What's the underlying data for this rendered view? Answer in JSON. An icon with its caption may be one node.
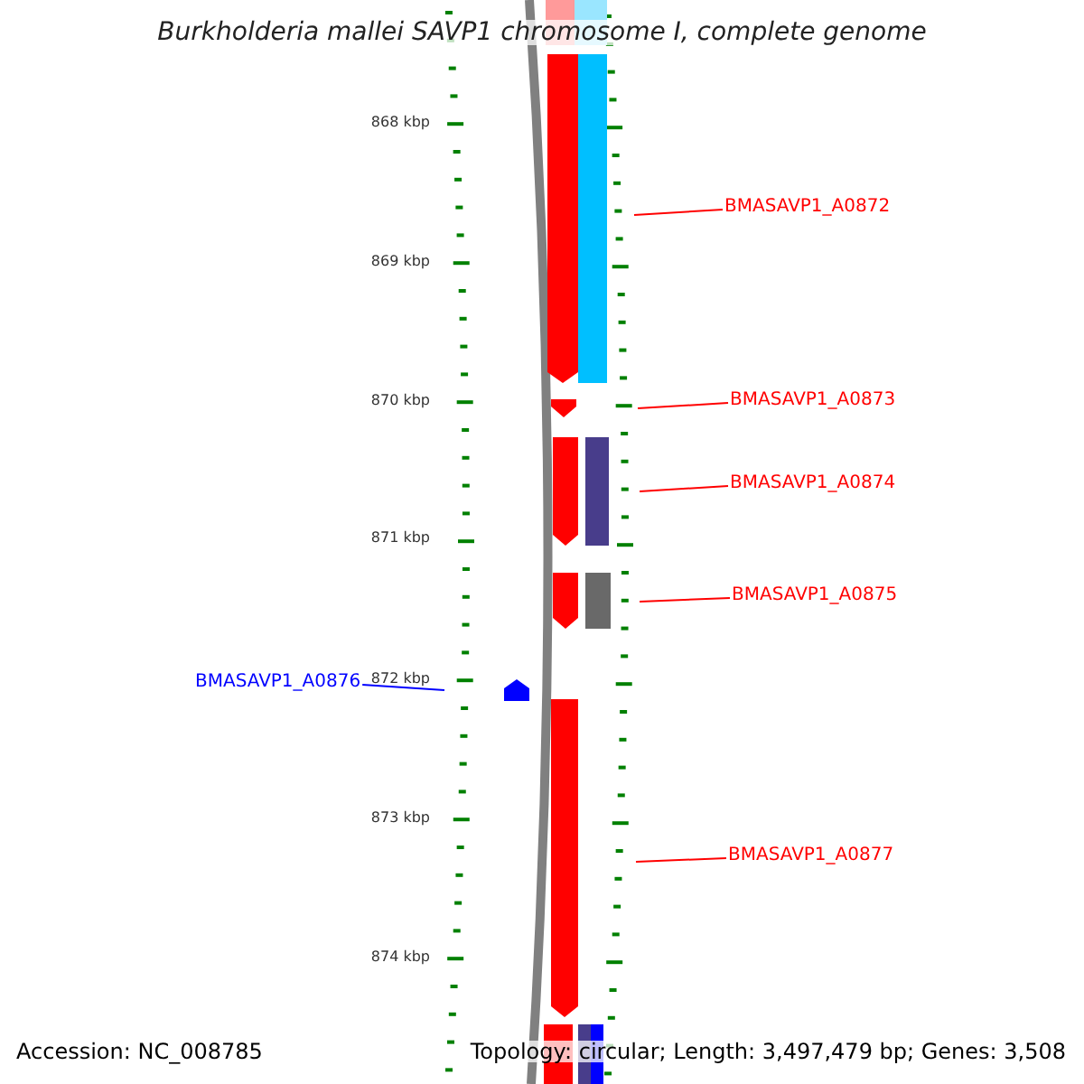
{
  "diagram": {
    "title": "Burkholderia mallei SAVP1 chromosome I, complete genome",
    "nodes": [
      {
        "text": [
          "BMASAVP1_A0872"
        ]
      },
      {
        "text": [
          "BMASAVP1_A0873"
        ]
      },
      {
        "text": [
          "BMASAVP1_A0874"
        ]
      },
      {
        "text": [
          "BMASAVP1_A0875"
        ]
      },
      {
        "text": [
          "BMASAVP1_A0876"
        ]
      },
      {
        "text": [
          "BMASAVP1_A0877"
        ]
      }
    ],
    "edges": [
      {
        "from": 0,
        "to": null,
        "arrow": "none"
      },
      {
        "from": 1,
        "to": null,
        "arrow": "none"
      },
      {
        "from": 2,
        "to": null,
        "arrow": "none"
      },
      {
        "from": 3,
        "to": null,
        "arrow": "none"
      },
      {
        "from": 4,
        "to": null,
        "arrow": "none",
        "color": "#0000ff"
      },
      {
        "from": 5,
        "to": null,
        "arrow": "none"
      }
    ],
    "labels": [
      "868 kbp",
      "869 kbp",
      "870 kbp",
      "871 kbp",
      "872 kbp",
      "873 kbp",
      "874 kbp",
      "Accession: NC_008785",
      "Topology: circular; Length: 3,497,479 bp; Genes: 3,508"
    ]
  }
}
